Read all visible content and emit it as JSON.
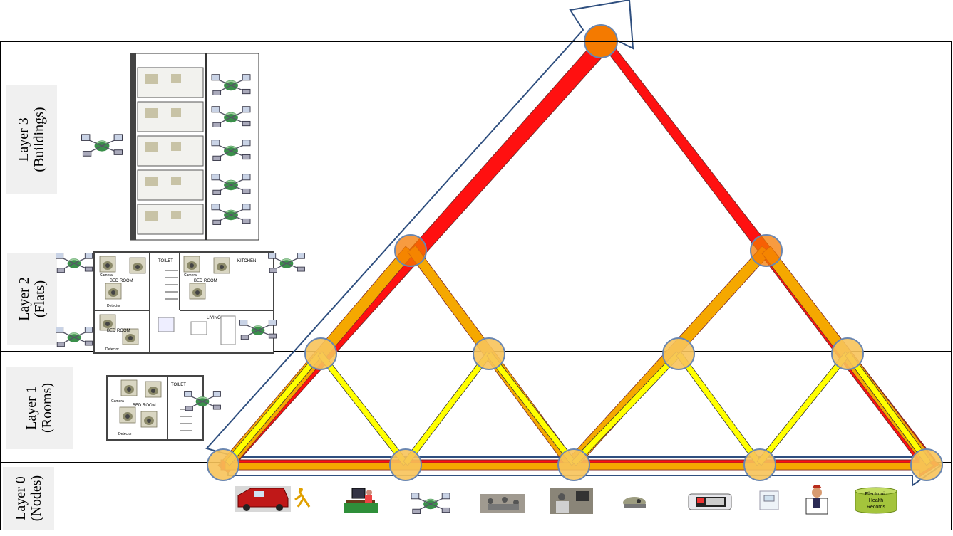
{
  "layers": [
    {
      "line1": "Layer 3",
      "line2": "(Buildings)"
    },
    {
      "line1": "Layer  2",
      "line2": "(Flats)"
    },
    {
      "line1": "Layer 1",
      "line2": "(Rooms)"
    },
    {
      "line1": "Layer 0",
      "line2": "(Nodes)"
    }
  ],
  "floorplan_labels": {
    "camera": "Camera",
    "bed_room": "BED ROOM",
    "detector": "Detector",
    "toilet": "TOILET",
    "kitchen": "KITCHEN",
    "living": "LIVING"
  },
  "devices": [
    {
      "icon": "ambulance-icon"
    },
    {
      "icon": "caregiver-computer-icon"
    },
    {
      "icon": "network-hub-icon"
    },
    {
      "icon": "patients-photo-icon"
    },
    {
      "icon": "monitoring-room-icon"
    },
    {
      "icon": "camera-icon"
    },
    {
      "icon": "digital-display-icon"
    },
    {
      "icon": "thermostat-icon"
    },
    {
      "icon": "doctor-icon"
    },
    {
      "icon": "database-icon",
      "label": [
        "Electronic",
        "Health",
        "Records"
      ]
    }
  ],
  "colors": {
    "layer3_edge": "#ff1010",
    "layer2_edge": "#f5a800",
    "layer1_edge": "#ffff00",
    "layer0_edge": "#f5a800",
    "edge_outline": "#7a2a2a",
    "arrow_outline": "#2f4f7f",
    "node_fill": "#f7c35a",
    "top_node_fill": "#f47a00",
    "node_outline": "#6a86b0",
    "db_fill": "#a4c43c"
  }
}
